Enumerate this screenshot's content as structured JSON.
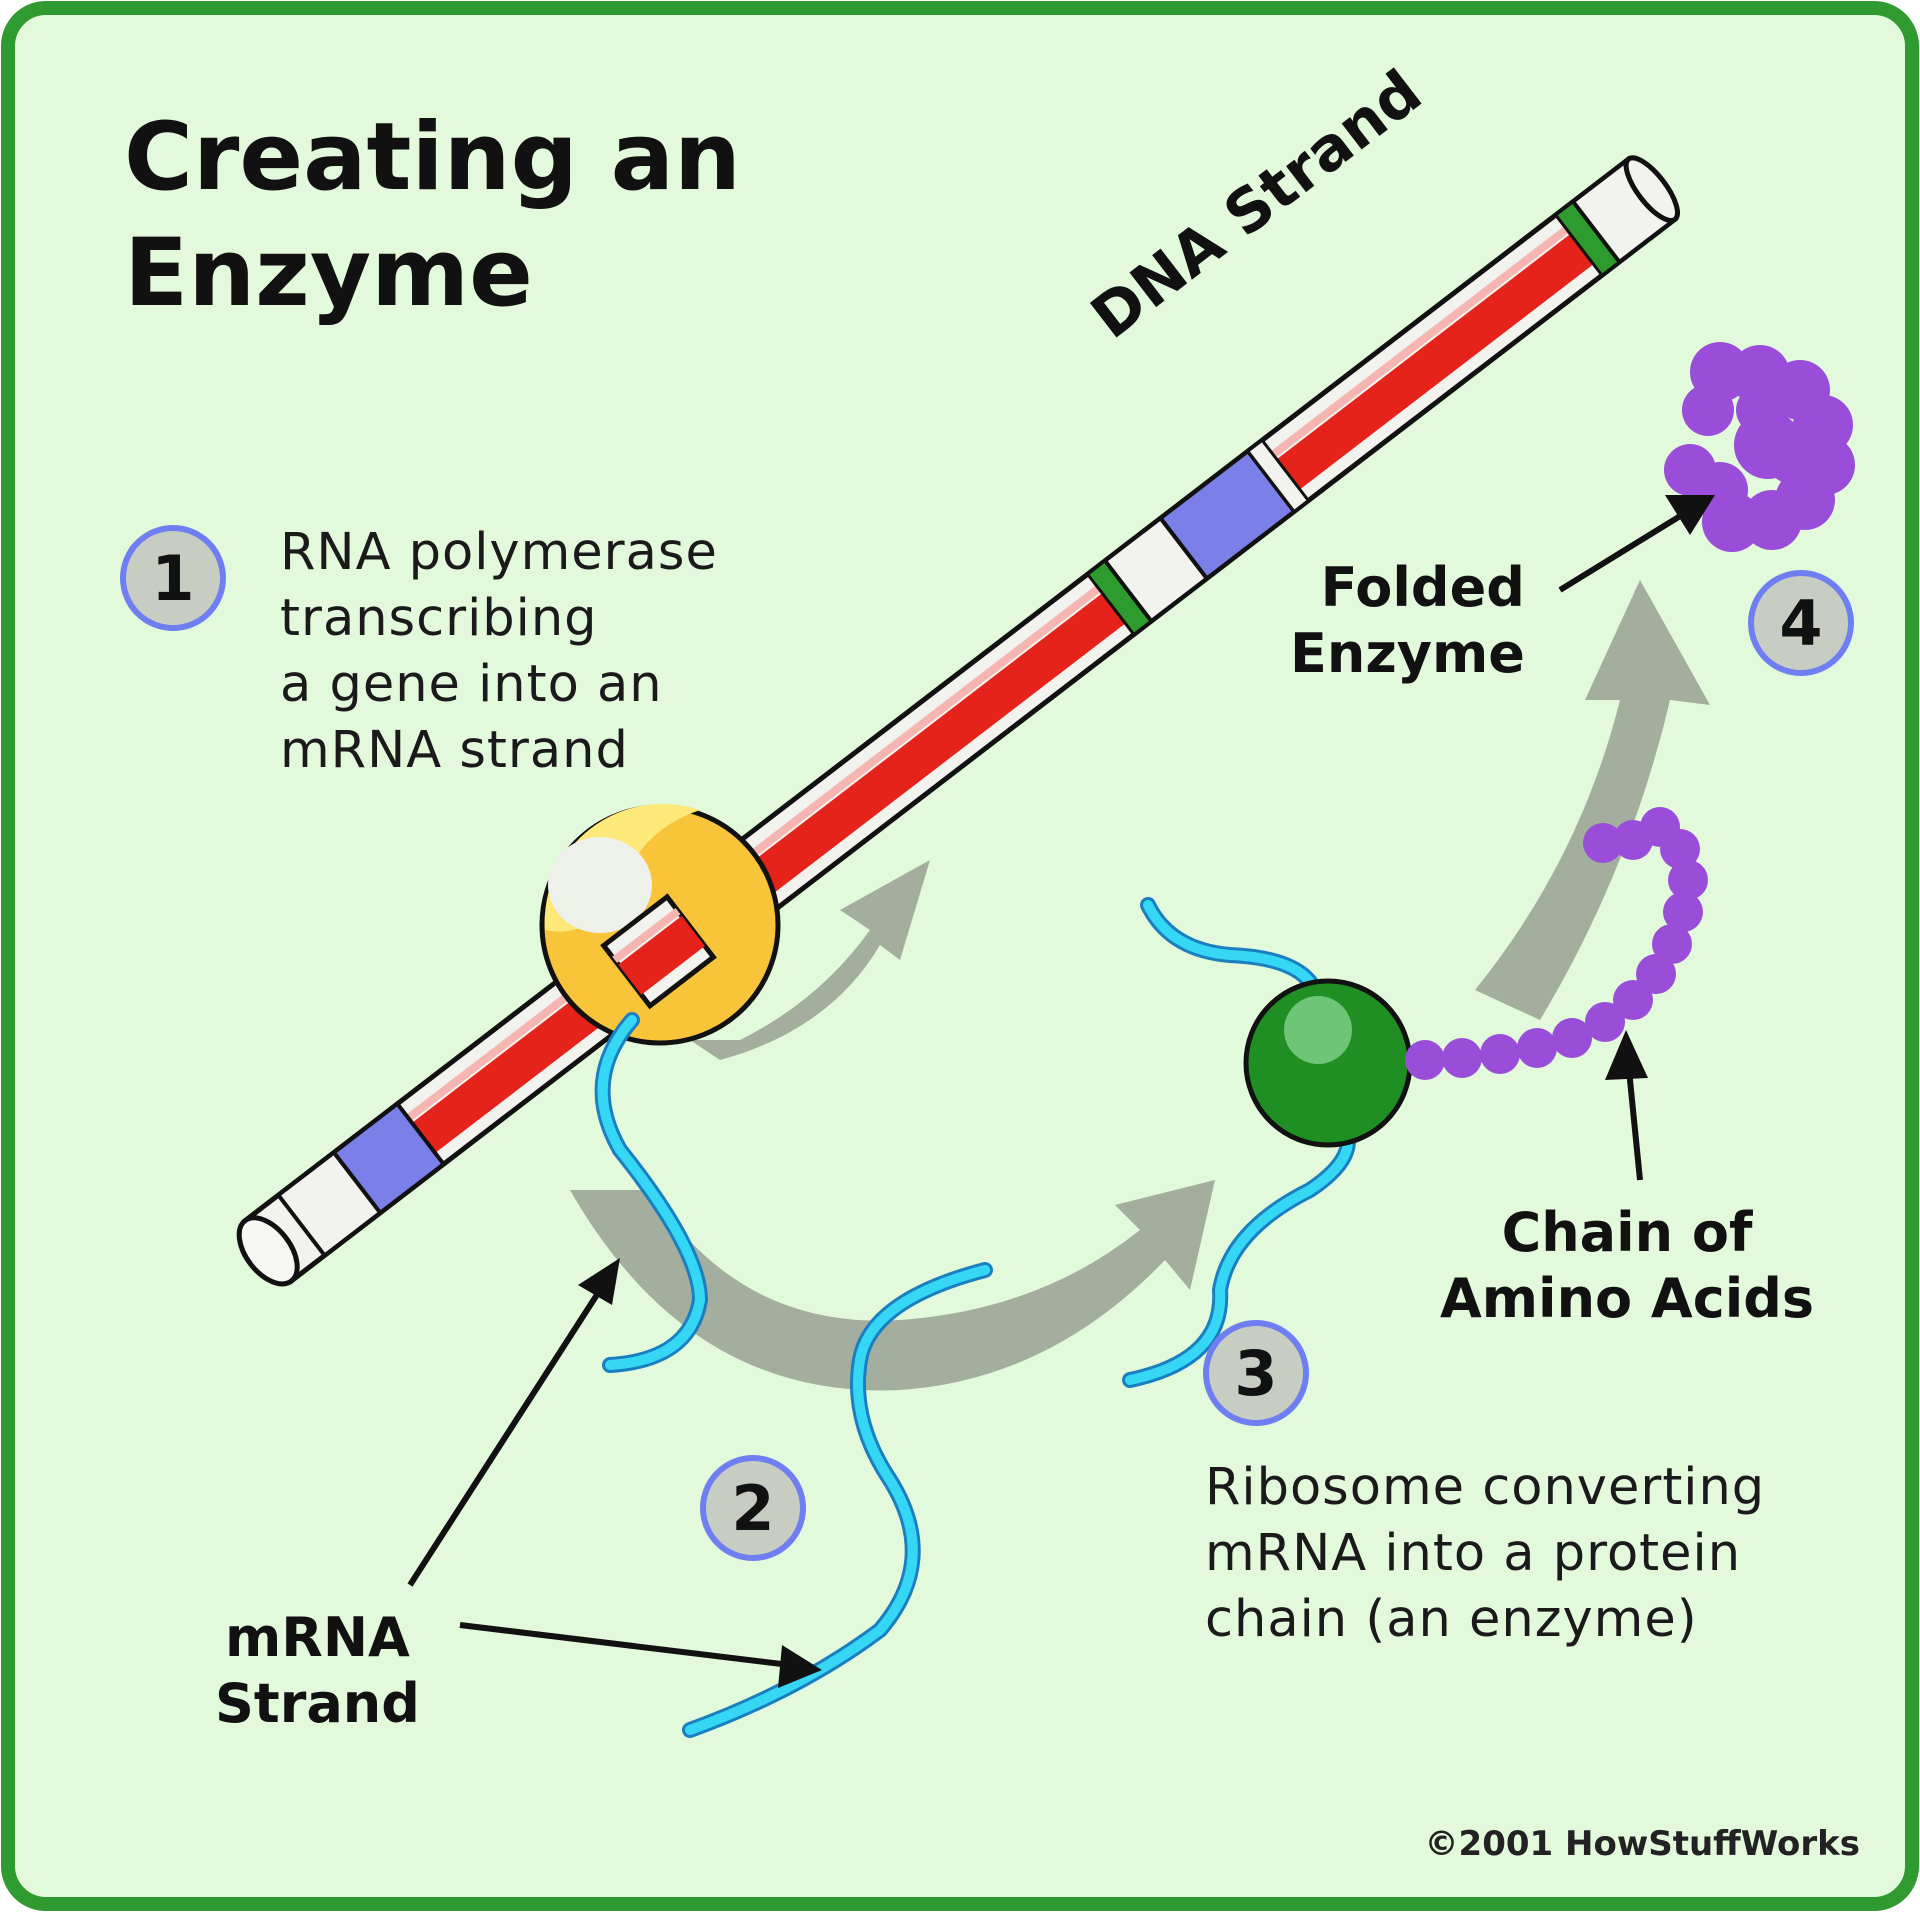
{
  "title": "Creating an\nEnzyme",
  "dna_label": "DNA Strand",
  "steps": [
    {
      "number": "1",
      "text": "RNA polymerase\ntranscribing\na gene into an\nmRNA strand"
    },
    {
      "number": "2",
      "text": ""
    },
    {
      "number": "3",
      "text": "Ribosome converting\nmRNA into a protein\nchain (an enzyme)"
    },
    {
      "number": "4",
      "text": ""
    }
  ],
  "labels": {
    "folded_enzyme": "Folded\nEnzyme",
    "chain_of_amino_acids": "Chain of\nAmino Acids",
    "mrna_strand": "mRNA\nStrand"
  },
  "copyright": "©2001 HowStuffWorks",
  "colors": {
    "background": "#e2f9dc",
    "border": "#2f9a2f",
    "dna_red": "#e5231b",
    "dna_white": "#f2f2ee",
    "gene_blue": "#7b7fe8",
    "gene_green": "#2d9b2d",
    "polymerase_yellow": "#f8c43a",
    "ribosome_green": "#1f8f24",
    "mrna_cyan": "#35d7f4",
    "amino_purple": "#9a4dd8",
    "flow_arrow_gray": "#a3ae9e"
  }
}
